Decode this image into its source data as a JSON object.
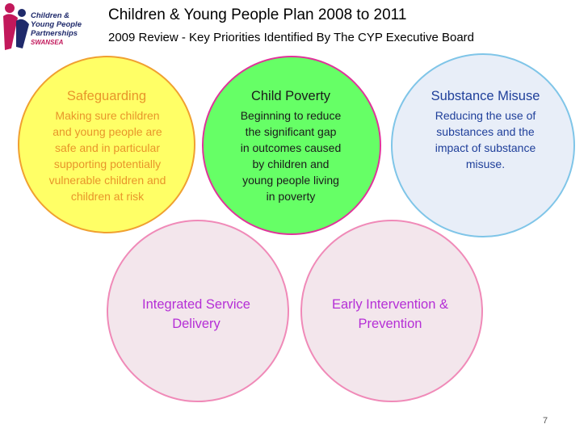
{
  "logo": {
    "line1": "Children &",
    "line2": "Young People",
    "line3": "Partnerships",
    "line4": "SWANSEA"
  },
  "header": {
    "title": "Children & Young People Plan 2008 to 2011",
    "subtitle": "2009 Review - Key Priorities Identified By The CYP Executive Board"
  },
  "priorities": [
    {
      "title": "Safeguarding",
      "lines": [
        "Making sure children",
        "and young people are",
        "safe and in particular",
        "supporting potentially",
        "vulnerable children and",
        "children at risk"
      ]
    },
    {
      "title": "Child Poverty",
      "lines": [
        "Beginning to reduce",
        "the significant gap",
        "in outcomes caused",
        "by children and",
        "young people living",
        "in poverty"
      ]
    },
    {
      "title": "Substance Misuse",
      "lines": [
        "Reducing the use of",
        "substances and the",
        "impact of substance",
        "misuse."
      ]
    },
    {
      "title_lines": [
        "Integrated Service",
        "Delivery"
      ]
    },
    {
      "title_lines": [
        "Early Intervention &",
        "Prevention"
      ]
    }
  ],
  "page_number": "7",
  "colors": {
    "safeguarding_fill": "#ffff66",
    "child_poverty_fill": "#66ff66",
    "substance_misuse_fill": "#e8eef8",
    "lower_circles_fill": "#f3e6ec",
    "safeguarding_text": "#e8952a",
    "substance_misuse_text": "#1f3f9a",
    "lower_text": "#b52fd6"
  }
}
